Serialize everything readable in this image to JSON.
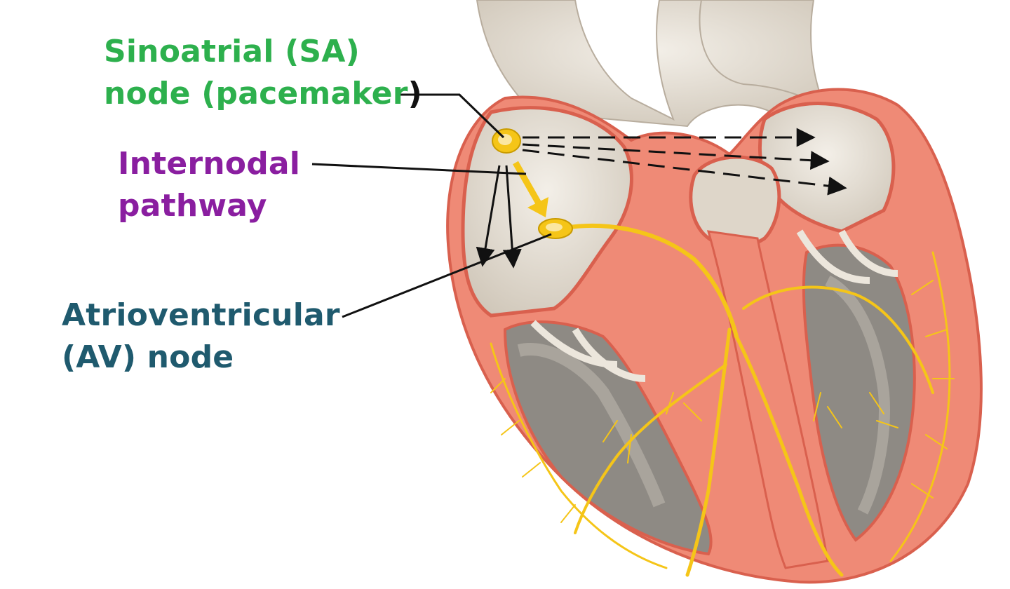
{
  "labels": {
    "sa_node": {
      "line1": "Sinoatrial (SA)",
      "line2": "node (pacemaker",
      "line2_close": ")",
      "color": "#2db04d"
    },
    "internodal": {
      "line1": "Internodal",
      "line2": "pathway",
      "color": "#8a1ea0"
    },
    "av_node": {
      "line1": "Atrioventricular",
      "line2": "(AV) node",
      "color": "#1f5a6e"
    }
  },
  "colors": {
    "myocardium": "#ef8a76",
    "wall_outline": "#d9604e",
    "conduction": "#f5c518",
    "heart_tissue": "#e6dfd4",
    "pointer_line": "#111111"
  }
}
